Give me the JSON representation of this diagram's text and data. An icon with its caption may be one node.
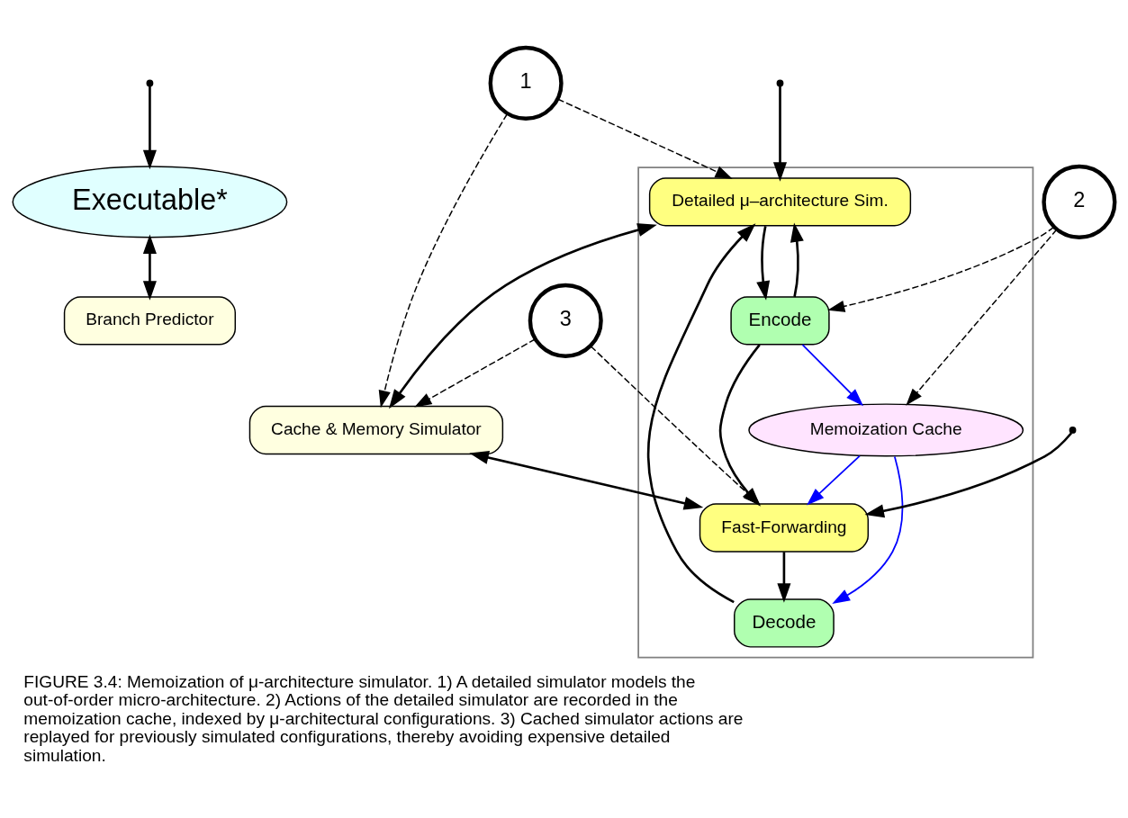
{
  "diagram": {
    "caption": "FIGURE 3.4: Memoization of μ-architecture simulator. 1) A detailed simulator models the out-of-order micro-architecture. 2) Actions of the detailed simulator are recorded in the memoization cache, indexed by μ-architectural configurations. 3) Cached simulator actions are replayed for previously simulated configurations, thereby avoiding expensive detailed simulation.",
    "nodes": [
      {
        "text": [
          "Executable*"
        ]
      },
      {
        "text": [
          "Branch Predictor"
        ]
      },
      {
        "text": [],
        "shape": "box"
      },
      {
        "text": [
          "Detailed μ–architecture Sim."
        ],
        "in": 2
      },
      {
        "text": [
          "Encode"
        ],
        "in": 2
      },
      {
        "text": [
          "Decode"
        ],
        "in": 2
      },
      {
        "text": [
          "Memoization Cache"
        ],
        "in": 2
      },
      {
        "text": [
          "Fast-Forwarding"
        ],
        "in": 2
      },
      {
        "text": [
          "Cache & Memory Simulator"
        ]
      },
      {
        "text": [
          "1"
        ]
      },
      {
        "text": [
          "2"
        ]
      },
      {
        "text": [
          "3"
        ]
      }
    ],
    "edges": [
      {
        "from": null,
        "to": 0,
        "arrow": "to"
      },
      {
        "from": null,
        "to": 3,
        "arrow": "to"
      },
      {
        "from": null,
        "to": 7,
        "arrow": "to"
      },
      {
        "from": 0,
        "to": 1,
        "arrow": "both"
      },
      {
        "from": 3,
        "to": 4,
        "arrow": "to"
      },
      {
        "from": 4,
        "to": 3,
        "arrow": "to"
      },
      {
        "from": 5,
        "to": 3,
        "arrow": "to"
      },
      {
        "from": 4,
        "to": 6,
        "arrow": "to",
        "color": "#0000ff"
      },
      {
        "from": 6,
        "to": 5,
        "arrow": "to",
        "color": "#0000ff"
      },
      {
        "from": 6,
        "to": 7,
        "arrow": "to",
        "color": "#0000ff"
      },
      {
        "from": 4,
        "to": 7,
        "arrow": "to"
      },
      {
        "from": 7,
        "to": 5,
        "arrow": "to"
      },
      {
        "from": 3,
        "to": 8,
        "arrow": "both"
      },
      {
        "from": 8,
        "to": 7,
        "arrow": "both"
      },
      {
        "from": 9,
        "to": 3,
        "arrow": "to",
        "style": "dashed"
      },
      {
        "from": 9,
        "to": 8,
        "arrow": "to",
        "style": "dashed"
      },
      {
        "from": 10,
        "to": 4,
        "arrow": "to",
        "style": "dashed"
      },
      {
        "from": 10,
        "to": 6,
        "arrow": "to",
        "style": "dashed"
      },
      {
        "from": 11,
        "to": 7,
        "arrow": "to",
        "style": "dashed"
      },
      {
        "from": 11,
        "to": 8,
        "arrow": "to",
        "style": "dashed"
      }
    ]
  }
}
